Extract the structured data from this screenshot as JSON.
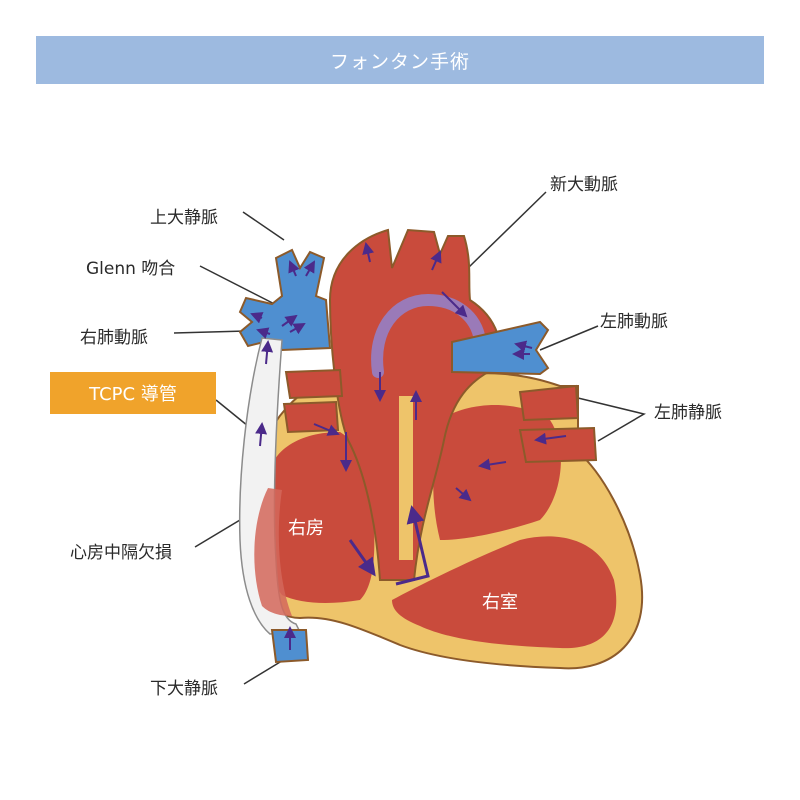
{
  "title": "フォンタン手術",
  "labels": {
    "svc": "上大静脈",
    "glenn": "Glenn 吻合",
    "rpa": "右肺動脈",
    "tcpc": "TCPC 導管",
    "asd": "心房中隔欠損",
    "ivc": "下大静脈",
    "neo_aorta": "新大動脈",
    "lpa": "左肺動脈",
    "lpv": "左肺静脈",
    "ra": "右房",
    "rv": "右室"
  },
  "colors": {
    "title_bar": "#9dbae0",
    "tcpc_box": "#f0a32b",
    "heart_muscle": "#c94b3c",
    "heart_wall": "#eec46a",
    "outline": "#8c5a2a",
    "vein_blue": "#4f8fd0",
    "arrow_purple": "#4b2a8a"
  }
}
